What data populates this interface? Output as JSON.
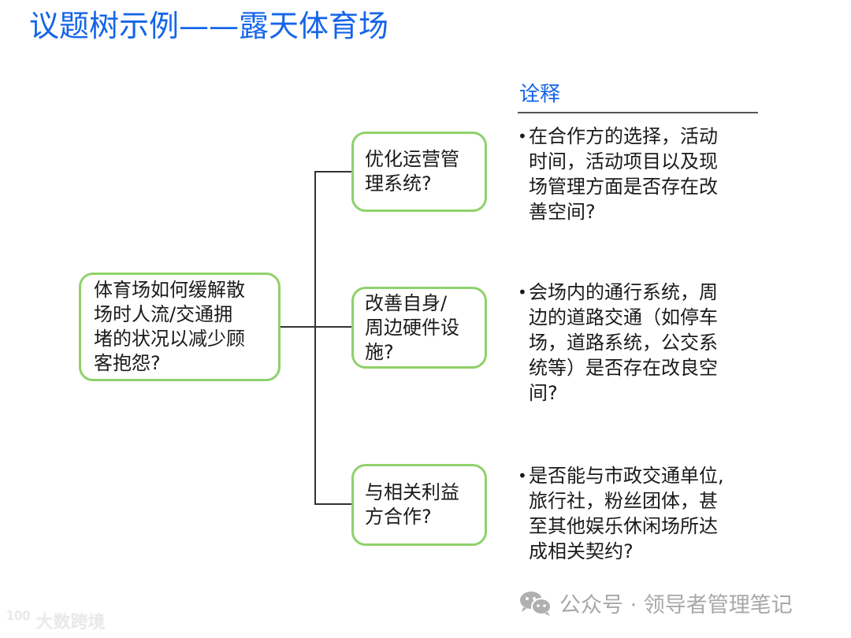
{
  "title": "议题树示例——露天体育场",
  "colors": {
    "title": "#1565e8",
    "box_border": "#8fd16a",
    "connector": "#333333",
    "text": "#1a1a1a"
  },
  "tree": {
    "root": {
      "lines": [
        "体育场如何缓解散",
        "场时人流/交通拥",
        "堵的状况以减少顾",
        "客抱怨?"
      ]
    },
    "branches": [
      {
        "lines": [
          "优化运营管",
          "理系统?"
        ]
      },
      {
        "lines": [
          "改善自身/",
          "周边硬件设",
          "施?"
        ]
      },
      {
        "lines": [
          "与相关利益",
          "方合作?"
        ]
      }
    ]
  },
  "notes": {
    "header": "诠释",
    "items": [
      {
        "bullet": "•",
        "lines": [
          "在合作方的选择，活动",
          "时间，活动项目以及现",
          "场管理方面是否存在改",
          "善空间?"
        ]
      },
      {
        "bullet": "•",
        "lines": [
          "会场内的通行系统，周",
          "边的道路交通（如停车",
          "场，道路系统，公交系",
          "统等）是否存在改良空",
          "间?"
        ]
      },
      {
        "bullet": "•",
        "lines": [
          "是否能与市政交通单位,",
          "旅行社，粉丝团体，甚",
          "至其他娱乐休闲场所达",
          "成相关契约?"
        ]
      }
    ]
  },
  "watermarks": {
    "left": "大数跨境",
    "left_logo": "100",
    "right": "公众号 · 领导者管理笔记"
  }
}
